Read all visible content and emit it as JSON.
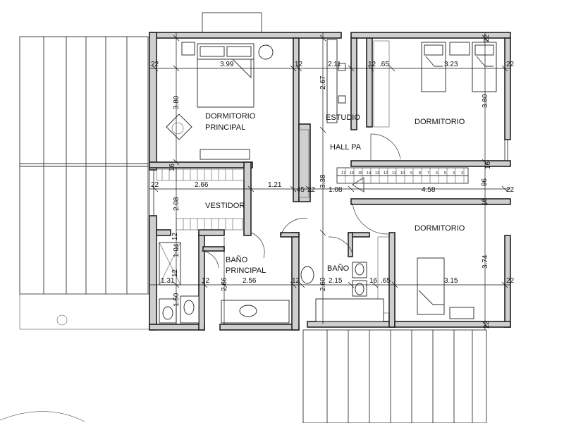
{
  "rooms": {
    "dormitorio_principal_1": "DORMITORIO",
    "dormitorio_principal_2": "PRINCIPAL",
    "estudio": "ESTUDIO",
    "dormitorio_ne": "DORMITORIO",
    "hall_pa": "HALL PA",
    "vestidor": "VESTIDOR",
    "bano_principal_1": "BAÑO",
    "bano_principal_2": "PRINCIPAL",
    "bano": "BAÑO",
    "dormitorio_se": "DORMITORIO"
  },
  "dimensions": {
    "d_22_a": "22",
    "d_399": "3.99",
    "d_12_a": "12",
    "d_211": "2.11",
    "d_12_b": "12",
    "d_65_a": ".65",
    "d_323": "3.23",
    "d_22_b": "22",
    "d_380_l": "3.80",
    "d_267": "2.67",
    "d_380_r": "3.80",
    "d_22_c": "22",
    "d_266_top": "2.66",
    "d_121": "1.21",
    "d_45": ".45",
    "d_22_d": "22",
    "d_108": "1.08",
    "d_458": "4.58",
    "d_22_e": "22",
    "d_338": "3.38",
    "d_208": "2.08",
    "d_16_a": "16",
    "d_96": "96",
    "d_16_b": "16",
    "d_104": "1.04",
    "d_12_c": "12",
    "d_12_d": "12",
    "d_131": "1.31",
    "d_12_e": "12",
    "d_256": "2.56",
    "d_12_f": "12",
    "d_215": "2.15",
    "d_16_c": "16",
    "d_65_b": ".65",
    "d_315": "3.15",
    "d_22_f": "22",
    "d_266_v": "2.66",
    "d_260": "2.60",
    "d_374": "3.74",
    "d_150": "1.50",
    "d_22_top_r": "22",
    "d_22_bot_r": "22",
    "d_16_top": "16"
  },
  "stairs": {
    "steps": [
      "17",
      "16",
      "15",
      "14",
      "13",
      "12",
      "11",
      "10",
      "9",
      "8",
      "7",
      "6",
      "5",
      "4",
      "3"
    ]
  }
}
